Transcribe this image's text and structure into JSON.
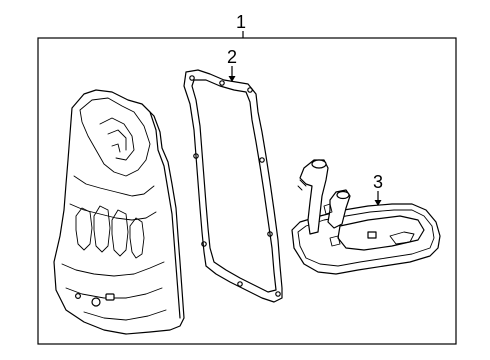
{
  "diagram": {
    "callouts": {
      "assembly": "1",
      "gasket": "2",
      "filter": "3"
    },
    "colors": {
      "line": "#000000",
      "background": "#ffffff"
    }
  }
}
